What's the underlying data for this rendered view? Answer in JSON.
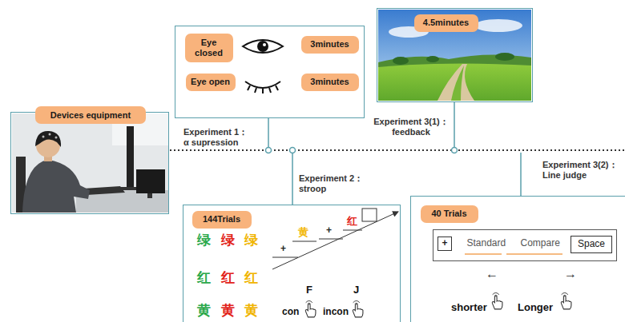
{
  "diagram": {
    "nodes": [
      {
        "text": [
          "Devices equipment"
        ]
      },
      {
        "text": [
          "Experiment 1： α supression"
        ]
      },
      {
        "text": [
          "Eye closed"
        ],
        "in": 1
      },
      {
        "text": [
          "3minutes"
        ],
        "in": 1
      },
      {
        "text": [
          "Eye open"
        ],
        "in": 1
      },
      {
        "text": [
          "3minutes"
        ],
        "in": 1
      },
      {
        "text": [
          "Experiment 3(1)： feedback"
        ]
      },
      {
        "text": [
          "4.5minutes"
        ],
        "in": 6
      },
      {
        "text": [
          "Experiment 2： stroop"
        ]
      },
      {
        "text": [
          "144Trials"
        ],
        "in": 8
      },
      {
        "text": [
          "Experiment 3(2)： Line judge"
        ]
      },
      {
        "text": [
          "40 Trials"
        ],
        "in": 10
      },
      {
        "text": [
          "Standard",
          "Compare"
        ],
        "in": 10
      },
      {
        "text": [
          "+"
        ],
        "in": 12
      },
      {
        "text": [
          "Space"
        ],
        "in": 12
      }
    ],
    "labels": [
      "绿",
      "绿",
      "绿",
      "红",
      "红",
      "红",
      "黄",
      "黄",
      "黄",
      "+",
      "黄",
      "+",
      "红",
      "F",
      "J",
      "con",
      "incon",
      "←",
      "→",
      "shorter",
      "Longer"
    ]
  }
}
